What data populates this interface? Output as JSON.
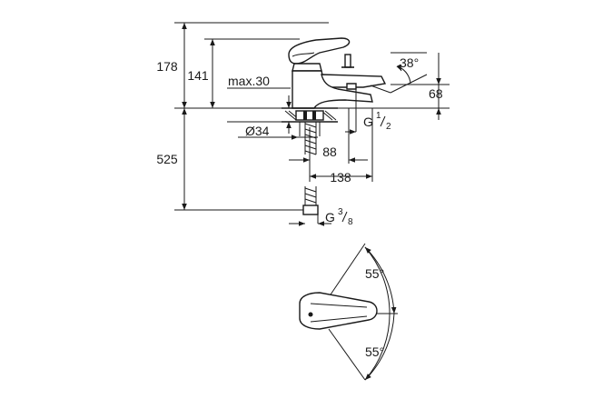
{
  "side_view": {
    "dims": {
      "total_height": "178",
      "lever_height": "141",
      "deck_max": "max.30",
      "spout_angle": "38°",
      "spout_height": "68",
      "hole_diameter": "Ø34",
      "outlet_thread_base": "G",
      "outlet_thread_num": "1",
      "outlet_thread_den": "2",
      "spout_reach_1": "88",
      "spout_reach_2": "138",
      "hose_length": "525",
      "hose_thread_base": "G",
      "hose_thread_num": "3",
      "hose_thread_den": "8"
    }
  },
  "top_view": {
    "dims": {
      "rotation_up": "55°",
      "rotation_down": "55°"
    }
  }
}
